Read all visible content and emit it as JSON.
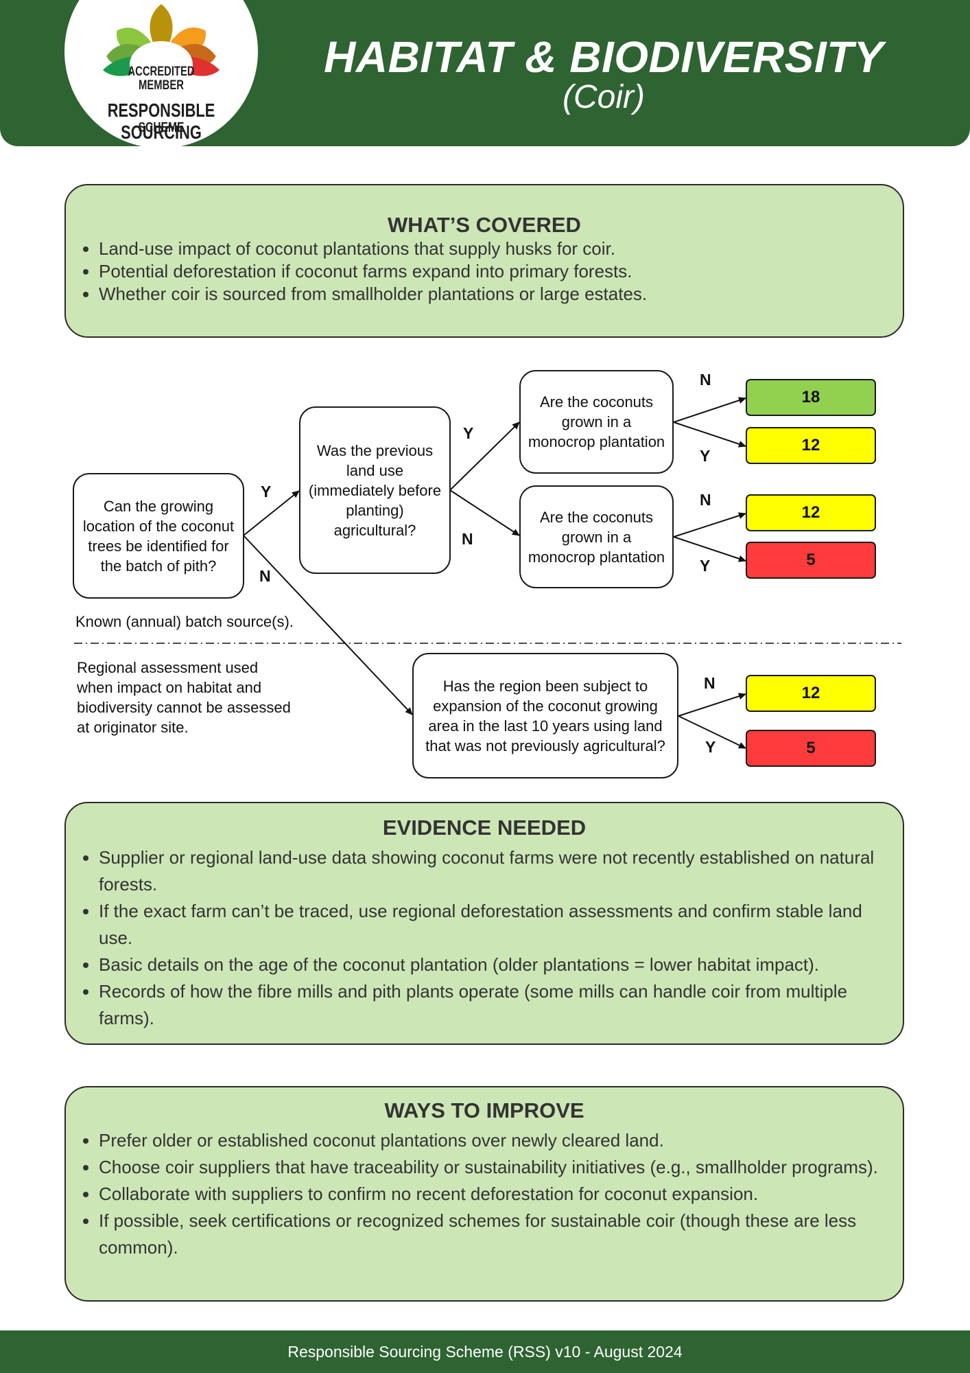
{
  "logo": {
    "line1": "ACCREDITED",
    "line2": "MEMBER",
    "line3": "RESPONSIBLE SOURCING",
    "line4": "SCHEME"
  },
  "header": {
    "title": "HABITAT & BIODIVERSITY",
    "subtitle": "(Coir)"
  },
  "covered": {
    "heading": "WHAT’S COVERED",
    "items": [
      "Land-use impact of coconut plantations that supply husks for coir.",
      "Potential deforestation if coconut farms expand into primary forests.",
      "Whether coir is sourced from smallholder plantations or large estates."
    ]
  },
  "flowchart": {
    "q_identify": "Can the growing location of the coconut trees be identified for the batch of pith?",
    "q_previous": "Was the previous land use (immediately before planting) agricultural?",
    "q_monocrop_1": "Are the coconuts grown in a monocrop plantation",
    "q_monocrop_2": "Are the coconuts grown in a monocrop plantation",
    "q_region": "Has the region been subject to expansion of the coconut growing area  in the last 10 years using land that was not previously agricultural?",
    "note_known": "Known (annual) batch source(s).",
    "note_regional": "Regional assessment used when impact on habitat and biodiversity cannot be assessed at originator site.",
    "labels": {
      "yes": "Y",
      "no": "N"
    },
    "scores": [
      {
        "value": "18",
        "color": "#92d050"
      },
      {
        "value": "12",
        "color": "#ffff00"
      },
      {
        "value": "12",
        "color": "#ffff00"
      },
      {
        "value": "5",
        "color": "#ff3b3b"
      },
      {
        "value": "12",
        "color": "#ffff00"
      },
      {
        "value": "5",
        "color": "#ff3b3b"
      }
    ]
  },
  "evidence": {
    "heading": "EVIDENCE NEEDED",
    "items": [
      "Supplier or regional land-use data showing coconut farms were not recently established on natural forests.",
      "If the exact farm can’t be traced, use regional deforestation assessments and confirm stable land use.",
      "Basic details on the age of the coconut plantation (older plantations = lower habitat impact).",
      "Records of how the fibre mills and pith plants operate (some mills can handle coir from multiple farms)."
    ]
  },
  "improve": {
    "heading": "WAYS TO IMPROVE",
    "items": [
      "Prefer older or established coconut plantations over newly cleared land.",
      "Choose coir suppliers that have traceability or sustainability initiatives (e.g., smallholder programs).",
      "Collaborate with suppliers to confirm no recent deforestation for coconut expansion.",
      "If possible, seek certifications or recognized schemes for sustainable coir (though these are less common)."
    ]
  },
  "footer": {
    "text": "Responsible Sourcing Scheme (RSS) v10 - August 2024"
  },
  "colors": {
    "brand_green": "#2e6332",
    "panel_green": "#cde6b6"
  }
}
